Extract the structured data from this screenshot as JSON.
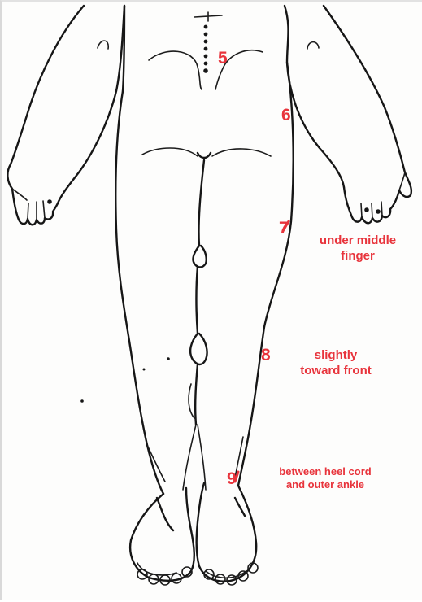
{
  "points": [
    {
      "number": "5",
      "note": ""
    },
    {
      "number": "6",
      "note": ""
    },
    {
      "number": "7",
      "note_line1": "under middle",
      "note_line2": "finger"
    },
    {
      "number": "8",
      "note_line1": "slightly",
      "note_line2": "toward front"
    },
    {
      "number": "9",
      "note_line1": "between heel cord",
      "note_line2": "and outer ankle"
    }
  ],
  "colors": {
    "label": "#e8343c",
    "line_art": "#161616",
    "paper": "#fdfdfc"
  }
}
